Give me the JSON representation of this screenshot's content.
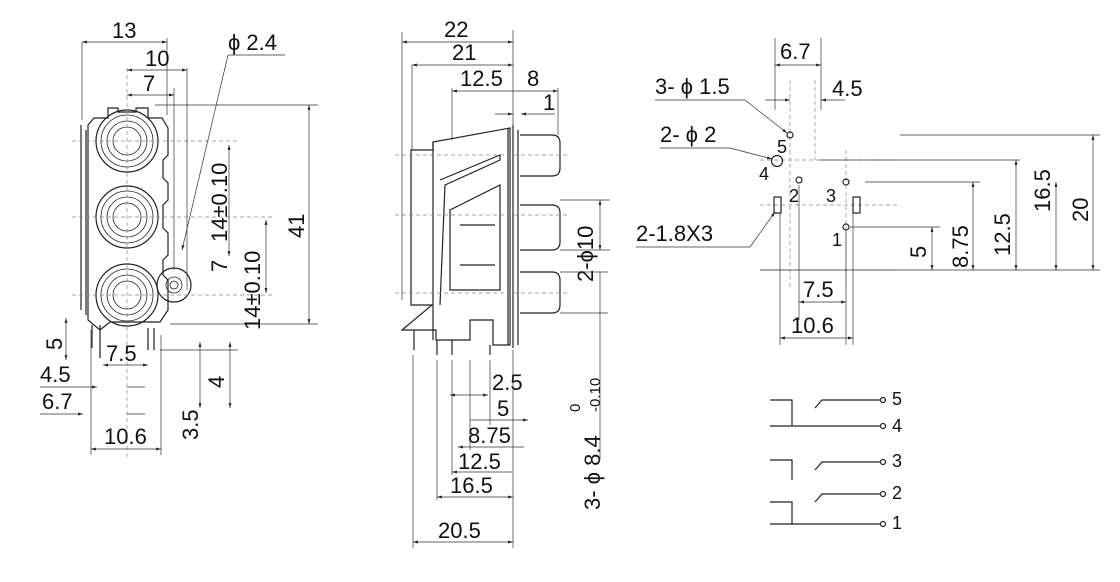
{
  "front_view": {
    "dims": {
      "w13": "13",
      "w10": "10",
      "w7": "7",
      "hole": "ϕ 2.4",
      "pitch1": "14±0.10",
      "seven": "7",
      "pitch2": "14±0.10",
      "h41": "41",
      "five": "5",
      "p7_5": "7.5",
      "four": "4",
      "p3_5": "3.5",
      "p4_5": "4.5",
      "p6_7": "6.7",
      "p10_6": "10.6"
    }
  },
  "side_view": {
    "dims": {
      "d22": "22",
      "d21": "21",
      "d12_5": "12.5",
      "d8": "8",
      "d1": "1",
      "jack": "2-ϕ10",
      "p2_5": "2.5",
      "p5": "5",
      "p8_75": "8.75",
      "p12_5": "12.5",
      "p16_5": "16.5",
      "p20_5": "20.5",
      "holes": "3- ϕ 8.4",
      "tol_upper": "0",
      "tol_lower": "-0.10"
    }
  },
  "pcb_layout": {
    "dims": {
      "d6_7": "6.7",
      "d4_5": "4.5",
      "holes15": "3- ϕ 1.5",
      "holes2": "2- ϕ 2",
      "slots": "2-1.8X3",
      "y5": "5",
      "y8_75": "8.75",
      "y12_5": "12.5",
      "y16_5": "16.5",
      "y20": "20",
      "x7_5": "7.5",
      "x10_6": "10.6"
    },
    "pins": [
      "1",
      "2",
      "3",
      "4",
      "5"
    ]
  },
  "schematic": {
    "pins": [
      "5",
      "4",
      "3",
      "2",
      "1"
    ]
  }
}
